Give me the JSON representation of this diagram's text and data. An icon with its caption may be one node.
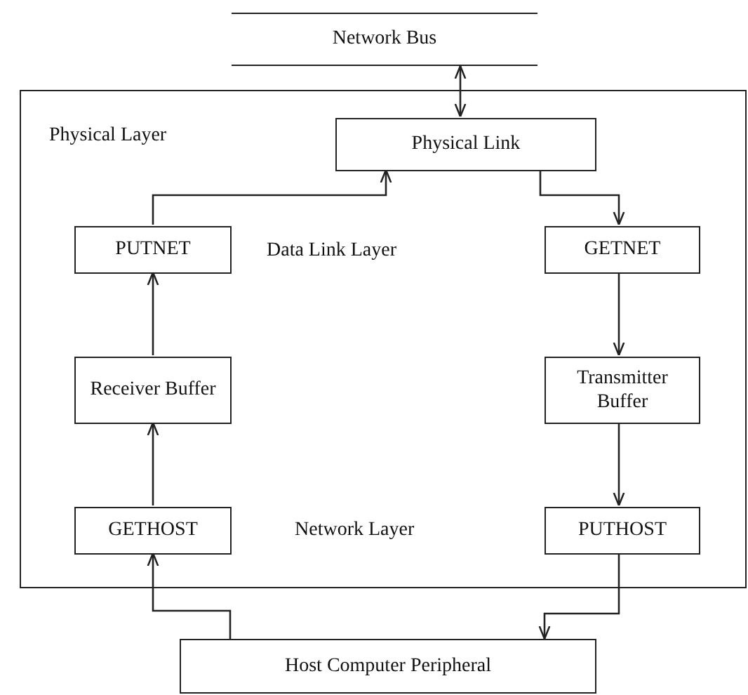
{
  "diagram": {
    "nodes": [
      {
        "text": [
          "Network Bus"
        ]
      },
      {
        "text": [
          "Physical Layer"
        ]
      },
      {
        "text": [
          "Physical Link"
        ],
        "in": 1
      },
      {
        "text": [
          "PUTNET"
        ],
        "in": 1
      },
      {
        "text": [
          "GETNET"
        ],
        "in": 1
      },
      {
        "text": [
          "Receiver Buffer"
        ],
        "in": 1
      },
      {
        "text": [
          "Transmitter Buffer"
        ],
        "in": 1
      },
      {
        "text": [
          "GETHOST"
        ],
        "in": 1
      },
      {
        "text": [
          "PUTHOST"
        ],
        "in": 1
      },
      {
        "text": [
          "Host Computer Peripheral"
        ]
      }
    ],
    "edges": [
      {
        "from": 0,
        "to": 2,
        "arrow": "both"
      },
      {
        "from": 3,
        "to": 2,
        "arrow": "to"
      },
      {
        "from": 2,
        "to": 4,
        "arrow": "to"
      },
      {
        "from": 4,
        "to": 6,
        "arrow": "to"
      },
      {
        "from": 6,
        "to": 8,
        "arrow": "to"
      },
      {
        "from": 5,
        "to": 3,
        "arrow": "to"
      },
      {
        "from": 7,
        "to": 5,
        "arrow": "to"
      },
      {
        "from": 9,
        "to": 7,
        "arrow": "to"
      },
      {
        "from": 8,
        "to": 9,
        "arrow": "to"
      }
    ],
    "labels": [
      "Data Link Layer",
      "Network Layer"
    ]
  }
}
